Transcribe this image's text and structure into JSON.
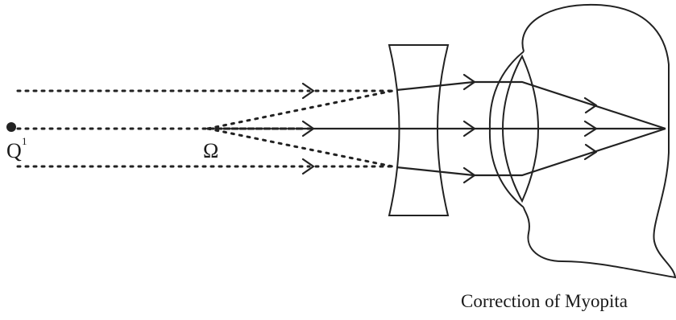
{
  "diagram": {
    "caption": "Correction of Myopita",
    "label_far_point": "Q",
    "label_far_point_superscript": "1",
    "label_image_point": "Ω"
  }
}
